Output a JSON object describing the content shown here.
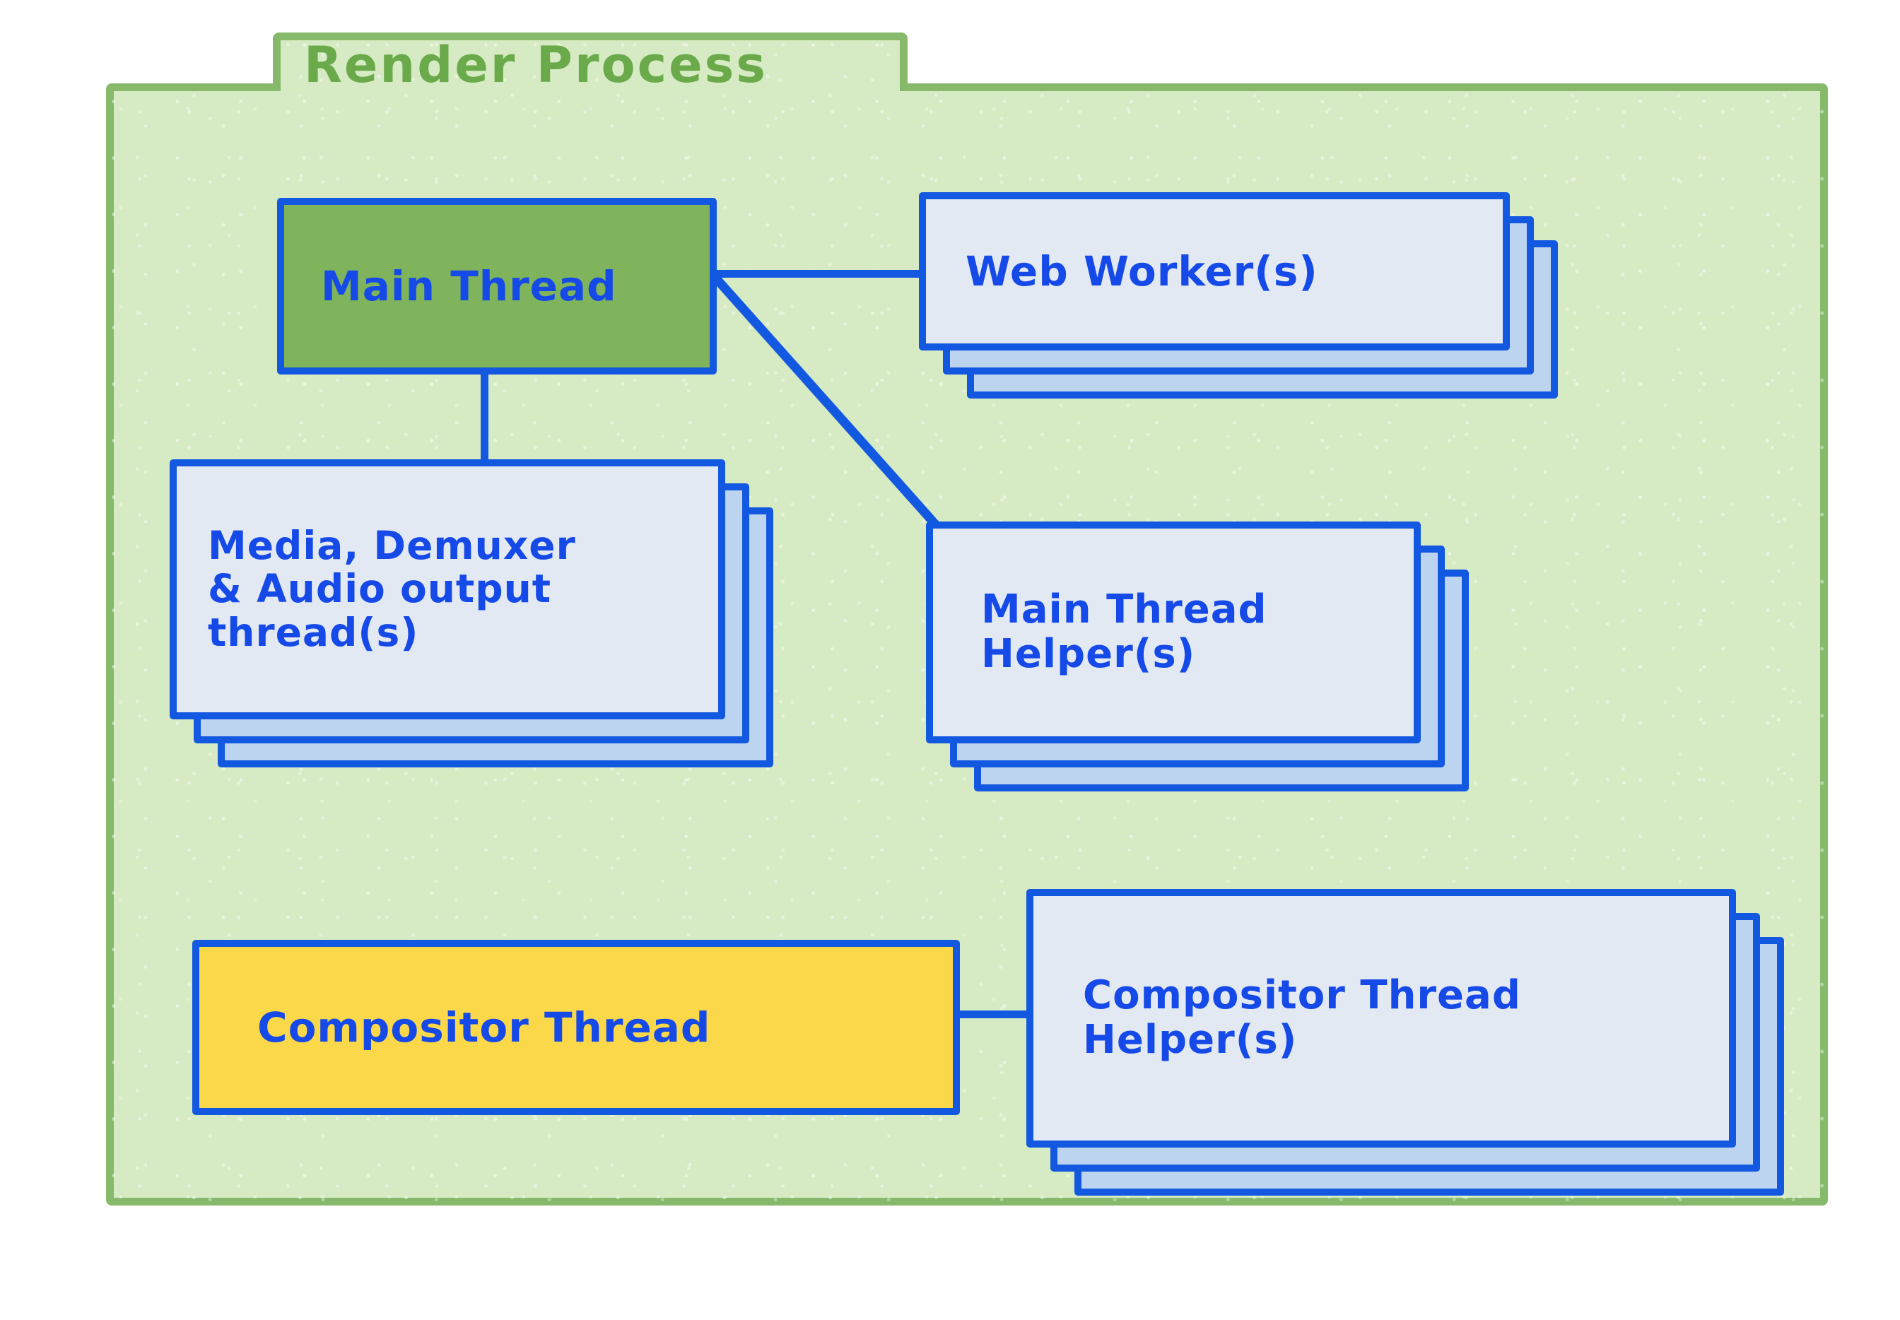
{
  "panel": {
    "title": "Render Process",
    "tab_color": "#86b96a",
    "fill_color": "#d6eac4"
  },
  "colors": {
    "stroke_blue": "#1358e0",
    "text_blue": "#1549e8",
    "main_thread_green": "#7fb45c",
    "panel_green": "#d6eac4",
    "panel_border_green": "#86b96a",
    "title_green": "#6aaa4a",
    "card_light": "#e2e9f2",
    "card_stack": "#bcd4ef",
    "compositor_yellow": "#fbd74a"
  },
  "nodes": [
    {
      "id": "main-thread",
      "label": "Main Thread",
      "fill": "#7fb45c",
      "stacked": false,
      "stack_count": 1
    },
    {
      "id": "web-worker",
      "label": "Web Worker(s)",
      "fill": "#e2e9f2",
      "stacked": true,
      "stack_count": 3
    },
    {
      "id": "media-demuxer-audio-output",
      "label": "Media, Demuxer\n& Audio output\n    thread(s)",
      "fill": "#e2e9f2",
      "stacked": true,
      "stack_count": 3
    },
    {
      "id": "main-thread-helper",
      "label": "Main Thread\nHelper(s)",
      "fill": "#e2e9f2",
      "stacked": true,
      "stack_count": 3
    },
    {
      "id": "compositor-thread",
      "label": "Compositor Thread",
      "fill": "#fbd74a",
      "stacked": false,
      "stack_count": 1
    },
    {
      "id": "compositor-thread-helper",
      "label": "Compositor Thread\n     Helper(s)",
      "fill": "#e2e9f2",
      "stacked": true,
      "stack_count": 3
    }
  ],
  "edges": [
    {
      "id": "main-thread-to-web-worker",
      "from": "main-thread",
      "to": "web-worker",
      "style": "horizontal"
    },
    {
      "id": "main-thread-to-media",
      "from": "main-thread",
      "to": "media-demuxer-audio-output",
      "style": "vertical"
    },
    {
      "id": "main-thread-to-main-thread-helper",
      "from": "main-thread",
      "to": "main-thread-helper",
      "style": "diagonal"
    },
    {
      "id": "compositor-thread-to-helper",
      "from": "compositor-thread",
      "to": "compositor-thread-helper",
      "style": "horizontal"
    }
  ]
}
